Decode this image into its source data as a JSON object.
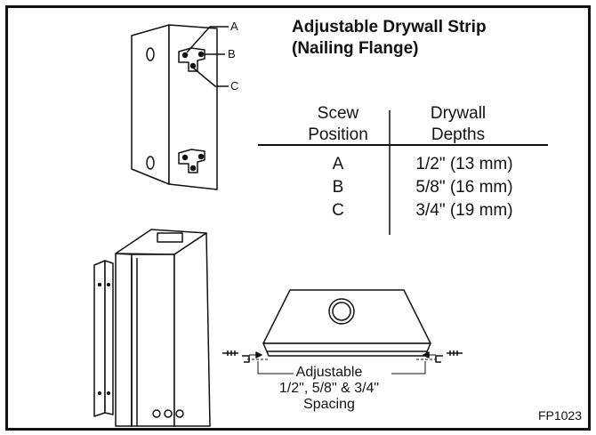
{
  "title": {
    "line1": "Adjustable Drywall Strip",
    "line2": "(Nailing Flange)"
  },
  "table": {
    "headers": [
      {
        "line1": "Scew",
        "line2": "Position"
      },
      {
        "line1": "Drywall",
        "line2": "Depths"
      }
    ],
    "rows": [
      {
        "position": "A",
        "depth": "1/2\" (13 mm)"
      },
      {
        "position": "B",
        "depth": "5/8\" (16 mm)"
      },
      {
        "position": "C",
        "depth": "3/4\" (19 mm)"
      }
    ]
  },
  "callouts": {
    "a": "A",
    "b": "B",
    "c": "C"
  },
  "spacing": {
    "line1": "Adjustable",
    "line2": "1/2\", 5/8\" & 3/4\"",
    "line3": "Spacing"
  },
  "figure_code": "FP1023"
}
